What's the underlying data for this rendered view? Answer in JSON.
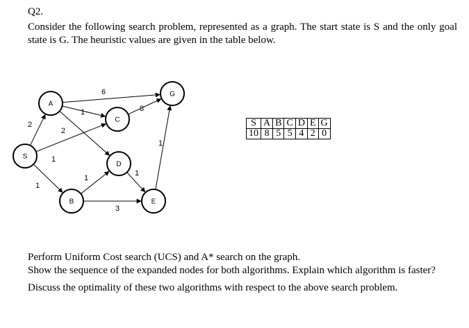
{
  "question": {
    "number": "Q2.",
    "intro": "Consider the following search problem, represented as a graph. The start state is S and the only goal state is G.  The heuristic values are given in the table below.",
    "tasks": [
      "Perform Uniform Cost search (UCS) and A* search on the graph.",
      "Show the sequence of the expanded nodes for both algorithms. Explain which algorithm is faster?",
      "Discuss the optimality of these two algorithms with respect to the above search problem."
    ]
  },
  "graph": {
    "nodes": [
      {
        "id": "S",
        "label": "S"
      },
      {
        "id": "A",
        "label": "A"
      },
      {
        "id": "B",
        "label": "B"
      },
      {
        "id": "C",
        "label": "C"
      },
      {
        "id": "D",
        "label": "D"
      },
      {
        "id": "E",
        "label": "E"
      },
      {
        "id": "G",
        "label": "G"
      }
    ],
    "edges": [
      {
        "from": "S",
        "to": "A",
        "cost": "2"
      },
      {
        "from": "S",
        "to": "B",
        "cost": "1"
      },
      {
        "from": "S",
        "to": "C",
        "cost": "1"
      },
      {
        "from": "A",
        "to": "C",
        "cost": "1"
      },
      {
        "from": "A",
        "to": "D",
        "cost": "2"
      },
      {
        "from": "A",
        "to": "G",
        "cost": "6"
      },
      {
        "from": "C",
        "to": "G",
        "cost": "8"
      },
      {
        "from": "B",
        "to": "D",
        "cost": "1"
      },
      {
        "from": "B",
        "to": "E",
        "cost": "3"
      },
      {
        "from": "D",
        "to": "E",
        "cost": "1"
      },
      {
        "from": "E",
        "to": "G",
        "cost": "1"
      }
    ]
  },
  "heuristic": {
    "states": [
      "S",
      "A",
      "B",
      "C",
      "D",
      "E",
      "G"
    ],
    "values": [
      "10",
      "8",
      "5",
      "5",
      "4",
      "2",
      "0"
    ]
  }
}
